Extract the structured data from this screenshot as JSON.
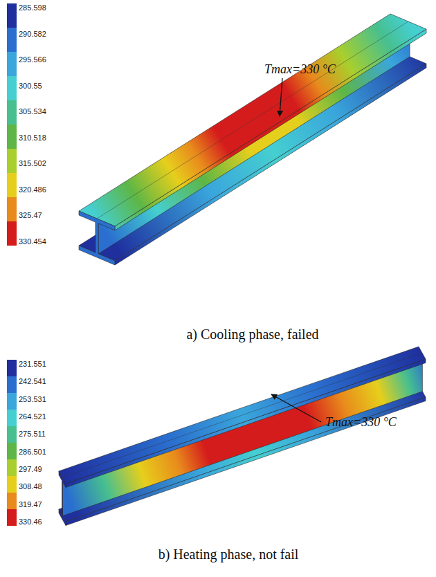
{
  "diagram": {
    "labels": [
      "Tmax=330 °C",
      "a) Cooling phase, failed",
      "Tmax=330 °C",
      "b) Heating phase, not fail"
    ],
    "legend": [
      {
        "text": "285.598",
        "color": "#1f2f9e"
      },
      {
        "text": "290.582",
        "color": "#2a6fcf"
      },
      {
        "text": "295.566",
        "color": "#3aa6dc"
      },
      {
        "text": "300.55",
        "color": "#45cfd0"
      },
      {
        "text": "305.534",
        "color": "#47bf8f"
      },
      {
        "text": "310.518",
        "color": "#5db646"
      },
      {
        "text": "315.502",
        "color": "#a8cf2d"
      },
      {
        "text": "320.486",
        "color": "#e6cf1c"
      },
      {
        "text": "325.47",
        "color": "#e88a1c"
      },
      {
        "text": "330.454",
        "color": "#d41c1c"
      },
      {
        "text": "231.551",
        "color": "#1f2f9e"
      },
      {
        "text": "242.541",
        "color": "#2a6fcf"
      },
      {
        "text": "253.531",
        "color": "#3aa6dc"
      },
      {
        "text": "264.521",
        "color": "#45cfd0"
      },
      {
        "text": "275.511",
        "color": "#47bf8f"
      },
      {
        "text": "286.501",
        "color": "#5db646"
      },
      {
        "text": "297.49",
        "color": "#a8cf2d"
      },
      {
        "text": "308.48",
        "color": "#e6cf1c"
      },
      {
        "text": "319.47",
        "color": "#e88a1c"
      },
      {
        "text": "330.46",
        "color": "#d41c1c"
      }
    ]
  }
}
